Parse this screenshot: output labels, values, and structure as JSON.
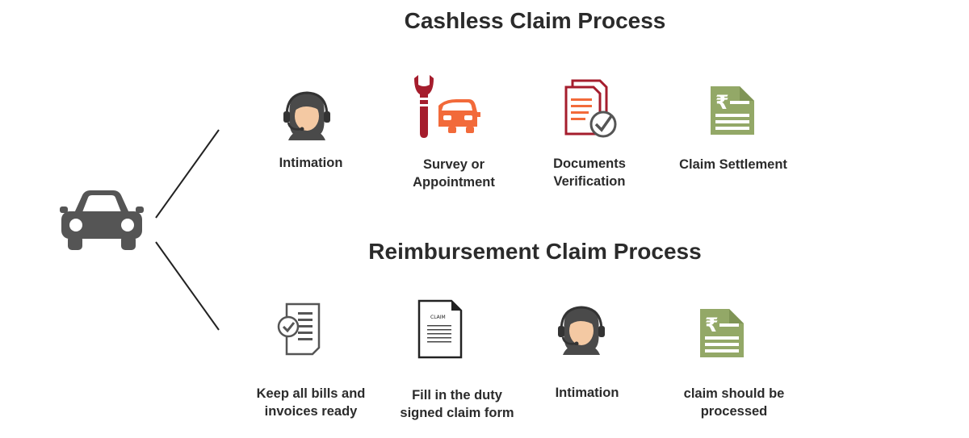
{
  "cashless": {
    "title": "Cashless Claim Process",
    "steps": [
      {
        "icon": "support-agent-icon",
        "lines": [
          "Intimation"
        ]
      },
      {
        "icon": "wrench-car-icon",
        "lines": [
          "Survey or",
          "Appointment"
        ]
      },
      {
        "icon": "document-check-icon",
        "lines": [
          "Documents",
          "Verification"
        ]
      },
      {
        "icon": "rupee-receipt-icon",
        "lines": [
          "Claim Settlement"
        ]
      }
    ]
  },
  "reimbursement": {
    "title": "Reimbursement Claim Process",
    "steps": [
      {
        "icon": "bill-checklist-icon",
        "lines": [
          "Keep all bills and",
          "invoices ready"
        ]
      },
      {
        "icon": "claim-form-icon",
        "form_text": "CLAIM",
        "lines": [
          "Fill in the duty",
          "signed claim form"
        ]
      },
      {
        "icon": "support-agent-icon",
        "lines": [
          "Intimation"
        ]
      },
      {
        "icon": "rupee-receipt-icon",
        "lines": [
          "claim should be",
          "processed"
        ]
      }
    ]
  },
  "colors": {
    "dark": "#555555",
    "red": "#a51d2d",
    "orange": "#f26a3a",
    "green": "#93a867",
    "skin": "#f4c9a3",
    "hair": "#4a4a4a"
  }
}
